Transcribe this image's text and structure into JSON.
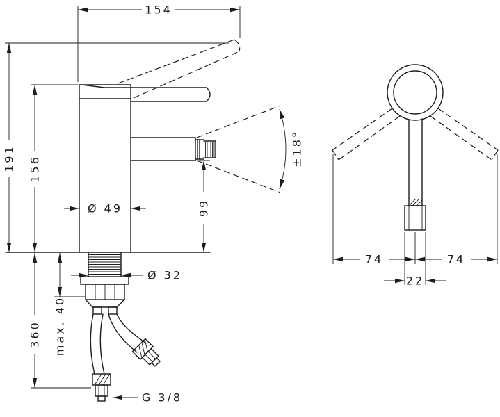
{
  "views": {
    "front": {
      "handle_reach": "154",
      "total_height": "191",
      "body_height": "156",
      "body_diameter": "Ø 49",
      "spout_outlet_height": "99",
      "spout_swivel_range": "±18°",
      "shaft_diameter": "Ø 32",
      "max_counter_thickness": "max. 40",
      "hose_length": "360",
      "connection_thread": "G 3/8"
    },
    "top": {
      "swing_radius_left": "74",
      "swing_radius_right": "74",
      "handle_width": "22"
    }
  },
  "style": {
    "line_color": "#1d1d1b",
    "background": "#ffffff"
  }
}
